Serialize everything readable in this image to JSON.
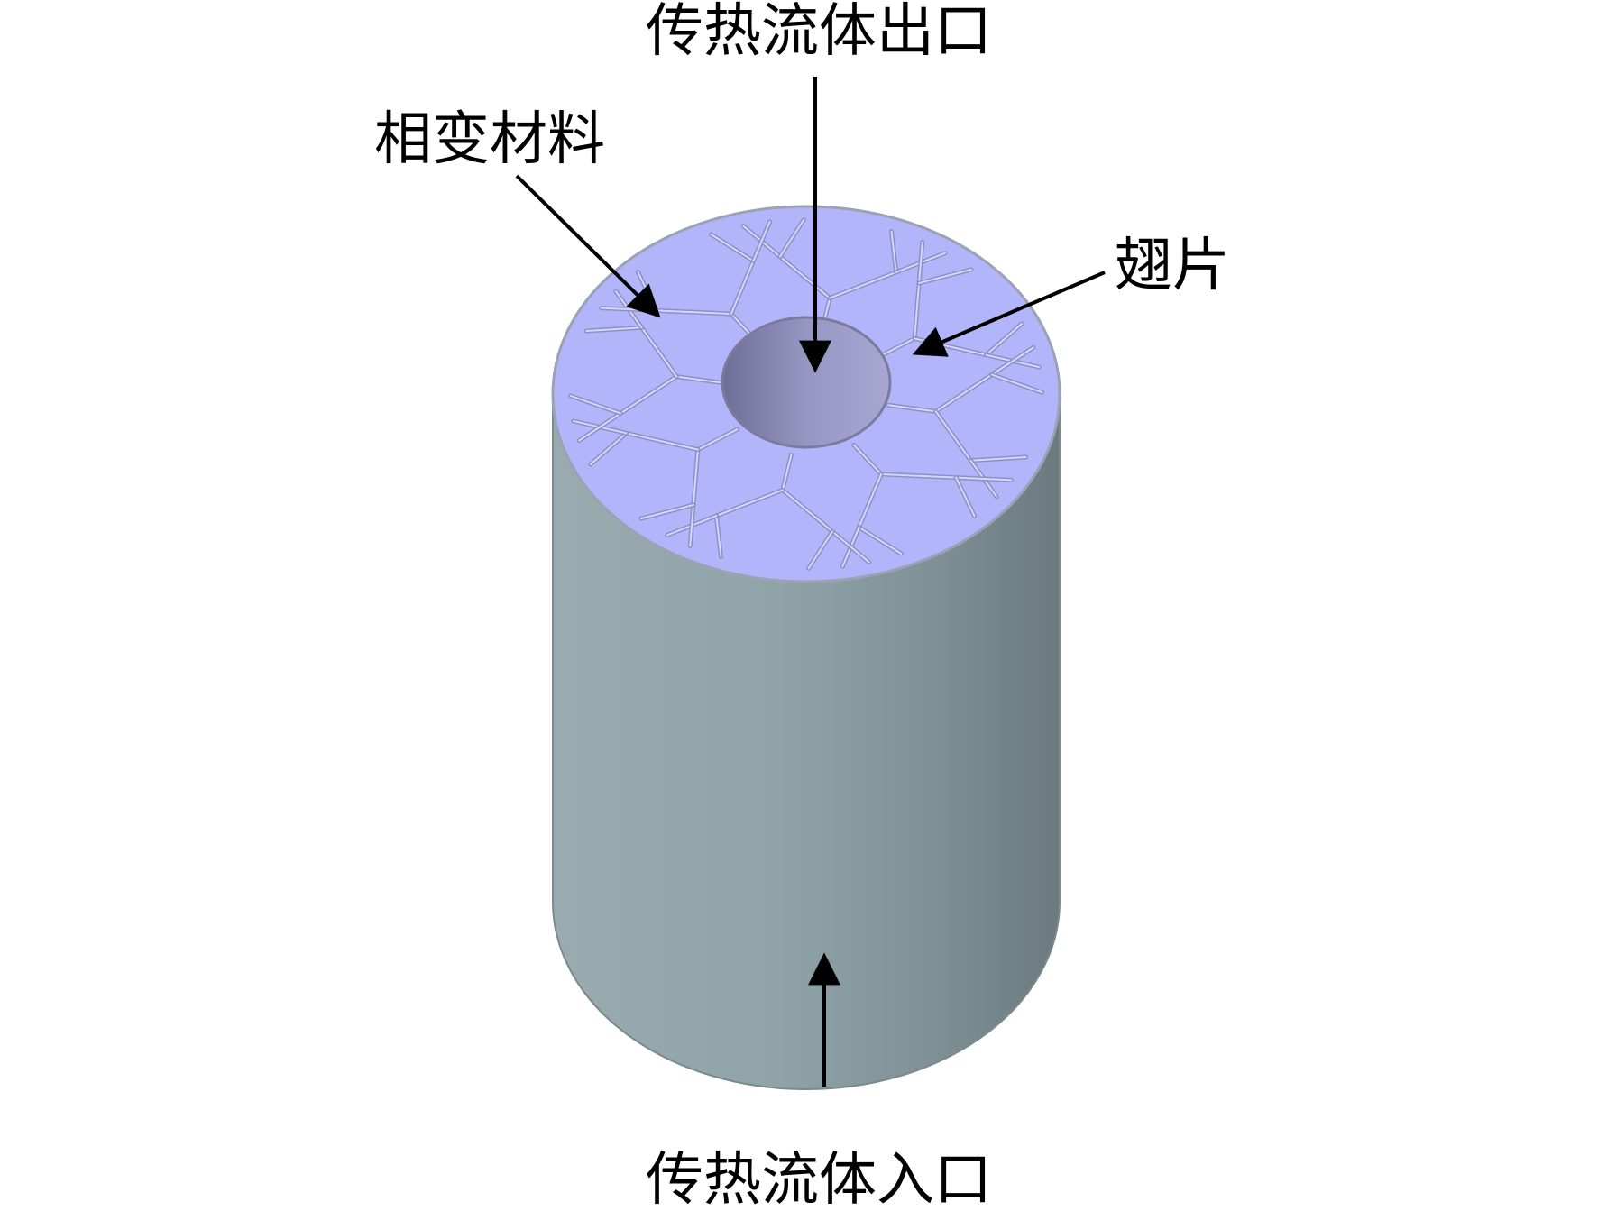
{
  "labels": {
    "outlet": "传热流体出口",
    "pcm": "相变材料",
    "fin": "翅片",
    "inlet": "传热流体入口"
  },
  "colors": {
    "cylinder_side_light": "#94a8ac",
    "cylinder_side_dark": "#6c7c80",
    "top_face": "#b3b5fb",
    "fin_stroke": "#8a8ab0",
    "hole": "#8c8cb8",
    "arrow": "#000000"
  },
  "fin_branches": 8
}
